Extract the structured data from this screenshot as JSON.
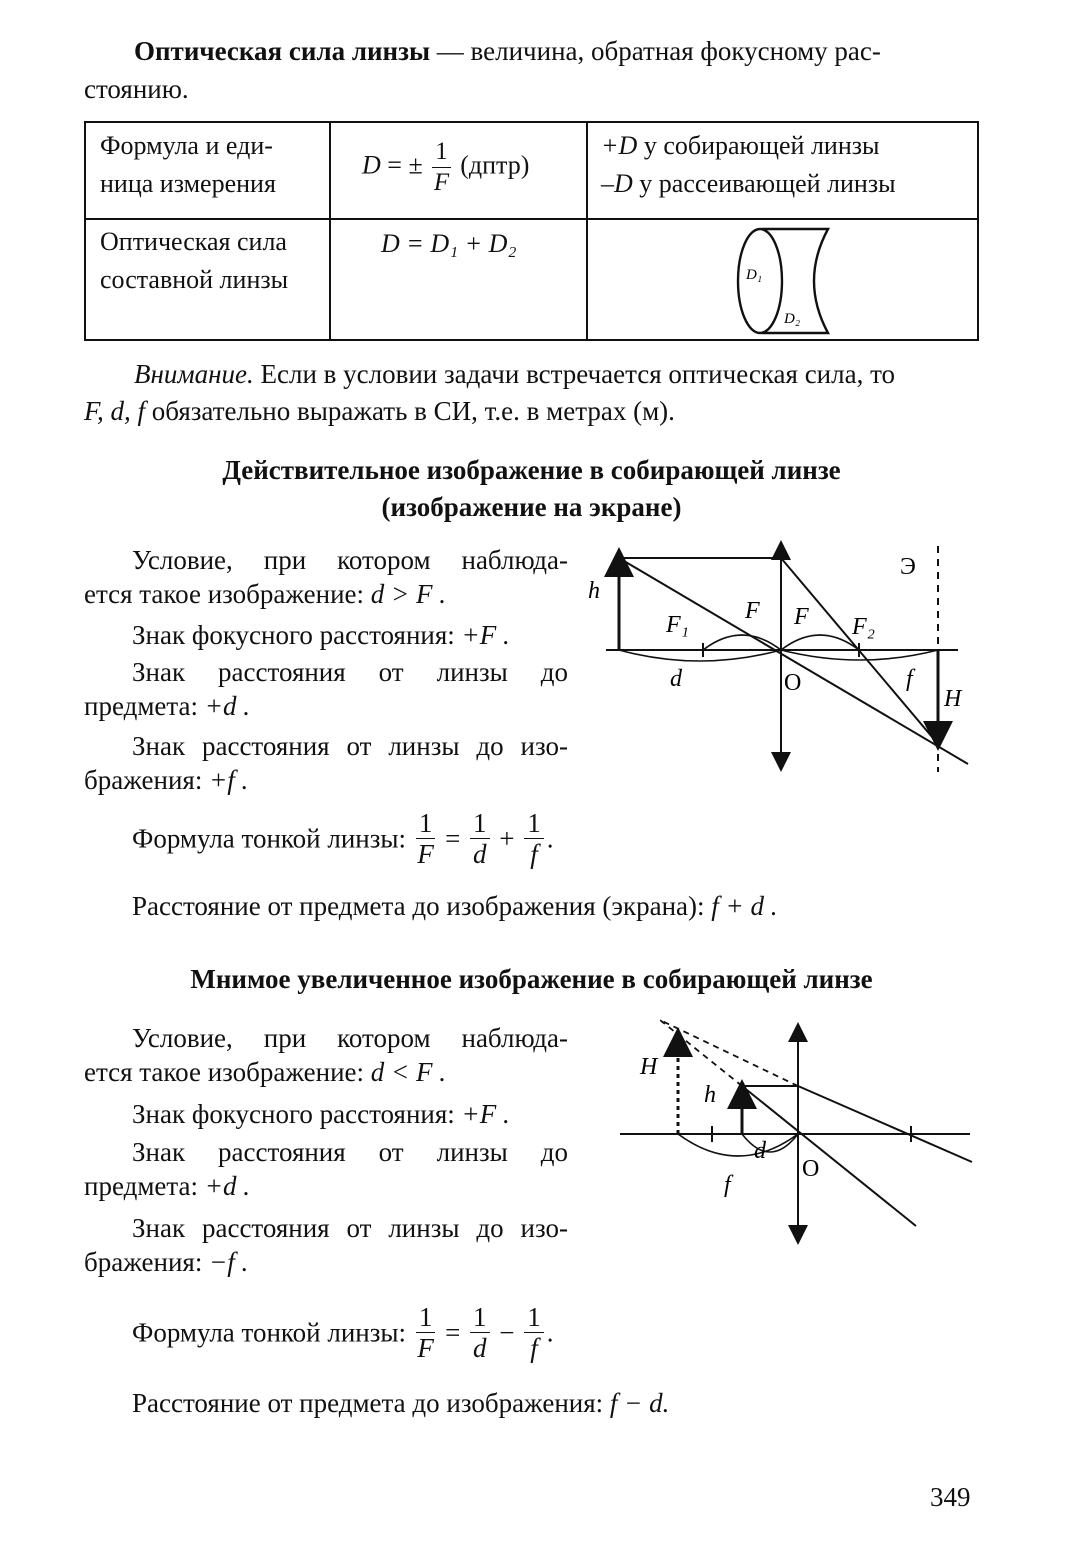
{
  "intro": {
    "term": "Оптическая сила линзы",
    "rest_line1": " — величина, обратная фокусному рас-",
    "line2": "стоянию."
  },
  "table": {
    "row1": {
      "label_line1": "Формула и еди-",
      "label_line2": "ница измерения",
      "formula_lhs": "D",
      "formula_eq": "= ±",
      "formula_num": "1",
      "formula_den": "F",
      "formula_unit": "(дптр)",
      "sign_pos_symbol": "+D",
      "sign_pos_text": " у собирающей линзы",
      "sign_neg_symbol": "–D",
      "sign_neg_text": " у рассеивающей линзы"
    },
    "row2": {
      "label_line1": "Оптическая сила",
      "label_line2": "составной линзы",
      "formula": "D = D₁ + D₂",
      "fig_d1": "D₁",
      "fig_d2": "D₂"
    }
  },
  "note": {
    "lead": "Внимание.",
    "line1": " Если в условии задачи встречается оптическая сила, то",
    "vars": "F, d, f",
    "line2": " обязательно выражать в СИ, т.е. в метрах (м)."
  },
  "section1": {
    "title_line1": "Действительное изображение в собирающей линзе",
    "title_line2": "(изображение на экране)",
    "cond_line1": "Условие, при котором наблюда-",
    "cond_line2": "ется такое изображение: ",
    "cond_math": "d > F .",
    "focal_label": "Знак фокусного расстояния: ",
    "focal_math": "+F .",
    "obj_line1": "Знак расстояния от линзы до",
    "obj_line2": "предмета: ",
    "obj_math": "+d .",
    "img_line1": "Знак расстояния от линзы до изо-",
    "img_line2": "бражения: ",
    "img_math": "+f .",
    "formula_label": "Формула тонкой линзы:",
    "formula_op": "+",
    "distance_label": "Расстояние от предмета до изображения (экрана): ",
    "distance_math": "f + d .",
    "diagram": {
      "screen": "Э",
      "h": "h",
      "f1": "F₁",
      "f_left": "F",
      "f_right": "F",
      "f2": "F₂",
      "d": "d",
      "o": "O",
      "f": "f",
      "H": "H"
    }
  },
  "section2": {
    "title": "Мнимое увеличенное изображение в собирающей линзе",
    "cond_line1": "Условие, при котором наблюда-",
    "cond_line2": "ется такое изображение: ",
    "cond_math": "d < F .",
    "focal_label": "Знак фокусного расстояния: ",
    "focal_math": "+F .",
    "obj_line1": "Знак расстояния от линзы до",
    "obj_line2": "предмета: ",
    "obj_math": "+d .",
    "img_line1": "Знак расстояния от линзы до изо-",
    "img_line2": "бражения: ",
    "img_math": "−f .",
    "formula_label": "Формула тонкой линзы:",
    "formula_op": "−",
    "distance_label": "Расстояние от предмета до изображения: ",
    "distance_math": "f − d.",
    "diagram": {
      "H": "H",
      "h": "h",
      "d": "d",
      "o": "O",
      "f": "f"
    }
  },
  "formula": {
    "one": "1",
    "F": "F",
    "d": "d",
    "f": "f",
    "eq": "=",
    "dot": "."
  },
  "page_number": "349"
}
